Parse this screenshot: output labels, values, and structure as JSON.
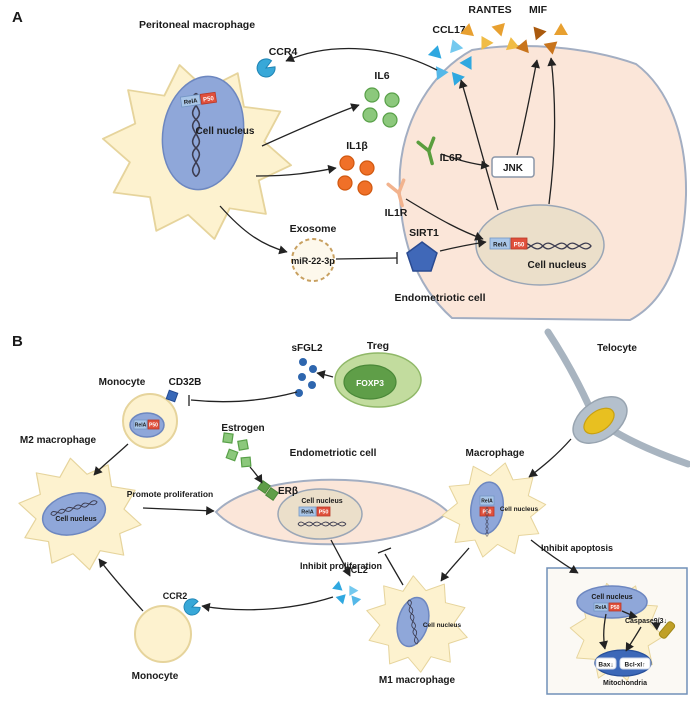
{
  "figure": {
    "panel_a_label": "A",
    "panel_b_label": "B"
  },
  "common": {
    "cell_nucleus": "Cell nucleus",
    "rela": "RelA",
    "p50": "P50",
    "monocyte": "Monocyte"
  },
  "panel_a": {
    "peritoneal_macrophage": "Peritoneal macrophage",
    "ccr4": "CCR4",
    "ccl17": "CCL17",
    "rantes": "RANTES",
    "mif": "MIF",
    "il6": "IL6",
    "il1b": "IL1β",
    "il6r": "IL6R",
    "il1r": "IL1R",
    "jnk": "JNK",
    "sirt1": "SIRT1",
    "exosome": "Exosome",
    "mir": "miR-22-3p",
    "endometriotic_cell": "Endometriotic cell"
  },
  "panel_b": {
    "treg": "Treg",
    "foxp3": "FOXP3",
    "sfgl2": "sFGL2",
    "cd32b": "CD32B",
    "m2_macrophage": "M2 macrophage",
    "estrogen": "Estrogen",
    "erb": "ERβ",
    "endometriotic_cell": "Endometriotic cell",
    "promote_proliferation": "Promote proliferation",
    "macrophage": "Macrophage",
    "telocyte": "Telocyte",
    "inhibit_apoptosis": "Inhibit apoptosis",
    "inhibit_proliferation": "Inhibit proliferation",
    "ccl2": "CCL2",
    "ccr2": "CCR2",
    "m1_macrophage": "M1 macrophage"
  },
  "inset": {
    "caspase": "Caspase9/3↓",
    "bax": "Bax↓",
    "bclxl": "Bcl-xl↑",
    "mitochondria": "Mitochondria"
  },
  "colors": {
    "macrophage_fill": "#fdf2cf",
    "endometriotic_fill": "#fbe6d9",
    "nucleus_blue": "#8fa7d9",
    "nucleus_beige": "#ebdfca",
    "rela_blue": "#a9c6e8",
    "p50_red": "#e0503c",
    "il6_green": "#8cc87c",
    "il1b_orange": "#f07028",
    "ccl_blue": "#2fa8e0",
    "rantes_orange": "#e8a030",
    "mif_brown": "#c8741c",
    "sirt1_blue": "#4068b8",
    "treg_green": "#5f9e48",
    "telocyte_gray": "#b4c0cc",
    "telocyte_nucleus_yellow": "#e8c020",
    "mitochondria_blue": "#3c68b8"
  }
}
